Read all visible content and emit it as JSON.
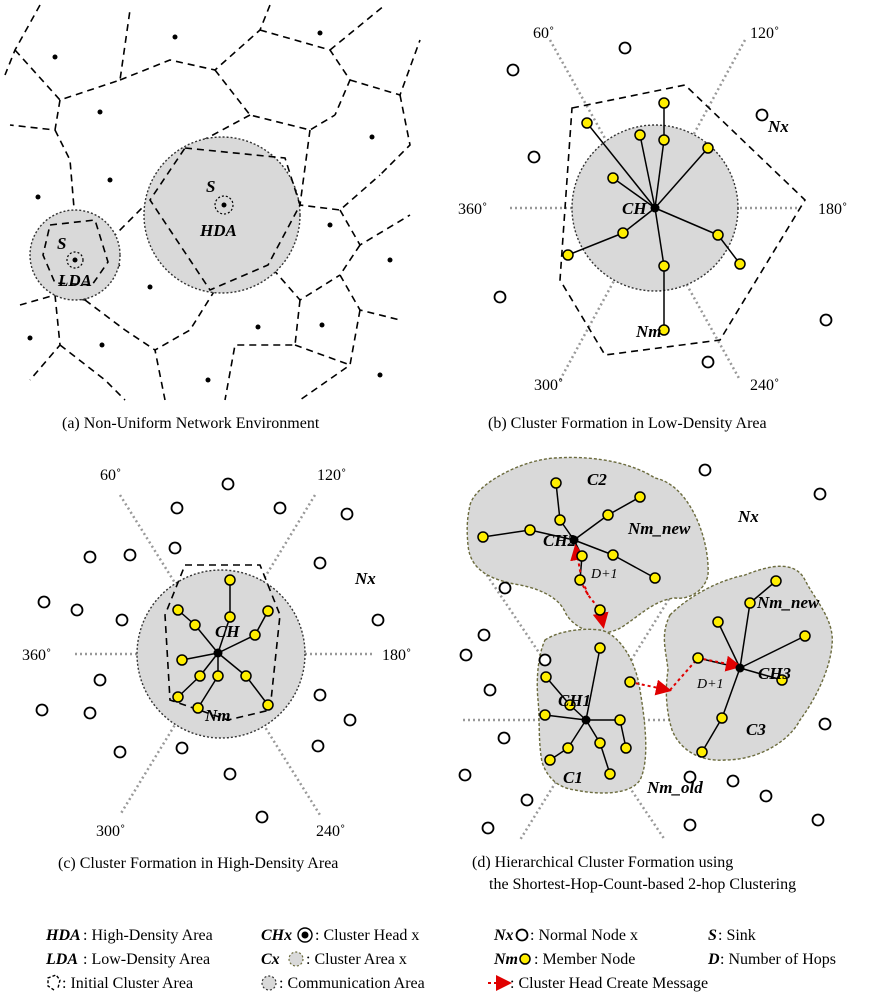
{
  "panel_a": {
    "caption": "(a)  Non-Uniform Network Environment",
    "sink_high": "S",
    "area_high": "HDA",
    "sink_low": "S",
    "area_low": "LDA"
  },
  "panel_b": {
    "caption": "(b) Cluster Formation in Low-Density Area",
    "angle_60": "60˚",
    "angle_120": "120˚",
    "angle_180": "180˚",
    "angle_240": "240˚",
    "angle_300": "300˚",
    "angle_360": "360˚",
    "head": "CH",
    "member": "Nm",
    "normal": "Nx"
  },
  "panel_c": {
    "caption": "(c) Cluster Formation in High-Density Area",
    "angle_60": "60˚",
    "angle_120": "120˚",
    "angle_180": "180˚",
    "angle_240": "240˚",
    "angle_300": "300˚",
    "angle_360": "360˚",
    "head": "CH",
    "member": "Nm",
    "normal": "Nx"
  },
  "panel_d": {
    "caption_line1": "(d) Hierarchical Cluster Formation using",
    "caption_line2": "the Shortest-Hop-Count-based 2-hop Clustering",
    "c1": "C1",
    "c2": "C2",
    "c3": "C3",
    "ch1": "CH1",
    "ch2": "CH2",
    "ch3": "CH3",
    "hop_label_1": "D+1",
    "hop_label_2": "D+1",
    "nm_new_1": "Nm_new",
    "nm_new_2": "Nm_new",
    "nm_old": "Nm_old",
    "normal": "Nx"
  },
  "legend": {
    "hda_term": "HDA",
    "hda_desc": ": High-Density Area",
    "lda_term": "LDA",
    "lda_desc": ": Low-Density Area",
    "initial_area": ": Initial Cluster Area",
    "chx_term": "CHx",
    "chx_desc": ": Cluster Head  x",
    "cx_term": "Cx",
    "cx_desc": ": Cluster Area x",
    "comm_desc": ": Communication Area",
    "nx_term": "Nx",
    "nx_desc": ": Normal Node x",
    "nm_term": "Nm",
    "nm_desc": ": Member Node",
    "msg_desc": ": Cluster Head Create Message",
    "s_term": "S",
    "s_desc": ": Sink",
    "d_term": "D",
    "d_desc": ": Number of Hops"
  }
}
